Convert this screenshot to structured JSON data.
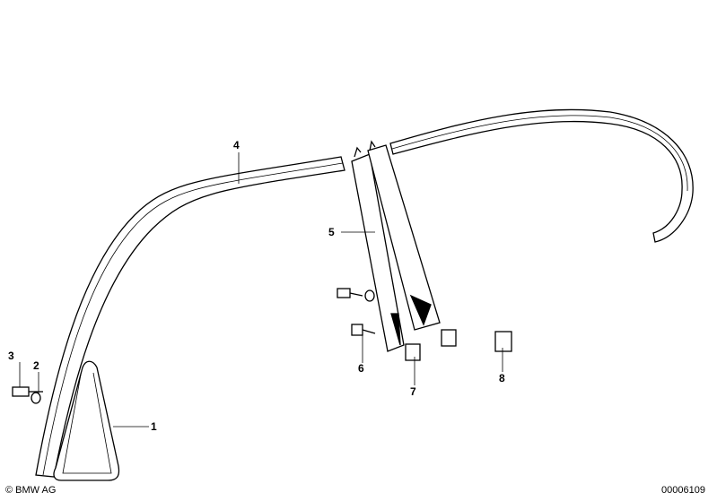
{
  "callouts": [
    "1",
    "2",
    "3",
    "4",
    "5",
    "6",
    "7",
    "8"
  ],
  "copyright": "© BMW AG",
  "diagram_number": "00006109"
}
